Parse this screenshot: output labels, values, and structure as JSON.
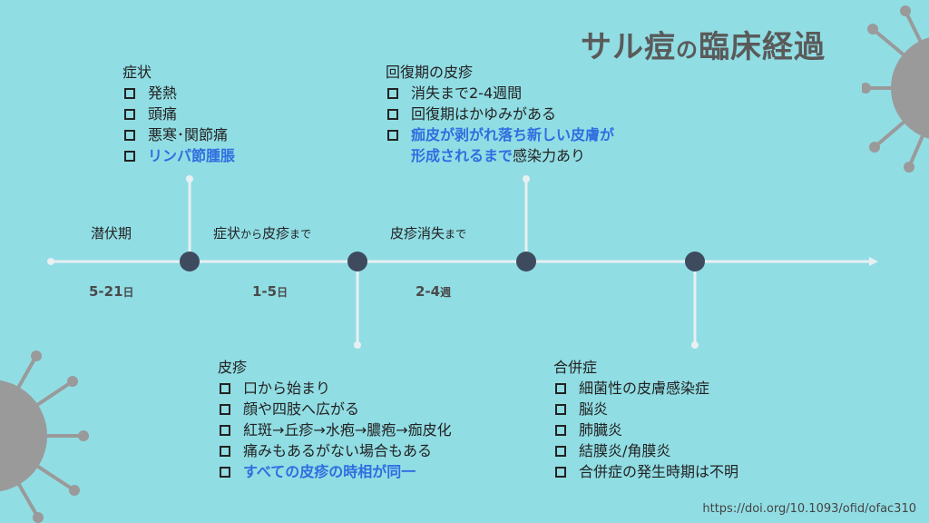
{
  "title": {
    "main": "サル痘",
    "particle": "の",
    "rest": "臨床経過"
  },
  "source": "https://doi.org/10.1093/ofid/ofac310",
  "phases": [
    {
      "main": "潜伏期",
      "small": ""
    },
    {
      "main": "症状",
      "small": "から",
      "main2": "皮疹",
      "small2": "まで"
    },
    {
      "main": "皮疹消失",
      "small": "まで"
    }
  ],
  "durations": [
    {
      "value": "5-21",
      "unit": "日"
    },
    {
      "value": "1-5",
      "unit": "日"
    },
    {
      "value": "2-4",
      "unit": "週"
    }
  ],
  "symptoms": {
    "heading": "症状",
    "items": [
      "発熱",
      "頭痛",
      "悪寒･関節痛",
      "リンパ節腫脹"
    ]
  },
  "recovery": {
    "heading": "回復期の皮疹",
    "items": [
      "消失まで2-4週間",
      "回復期はかゆみがある"
    ],
    "hl_line1": "痂皮が剥がれ落ち新しい皮膚が",
    "hl_line2": "形成されるまで",
    "rest_line2": "感染力あり"
  },
  "rash": {
    "heading": "皮疹",
    "items": [
      "口から始まり",
      "顔や四肢へ広がる",
      "紅斑→丘疹→水疱→膿疱→痂皮化",
      "痛みもあるがない場合もある",
      "すべての皮疹の時相が同一"
    ]
  },
  "complications": {
    "heading": "合併症",
    "items": [
      "細菌性の皮膚感染症",
      "脳炎",
      "肺臓炎",
      "結膜炎/角膜炎",
      "合併症の発生時期は不明"
    ]
  },
  "colors": {
    "background": "#91dde4",
    "line": "#e8f0f2",
    "node": "#3e4a5e",
    "highlight": "#2f6ee0",
    "virus": "#9a9a9a"
  },
  "icons": [
    "virus-icon"
  ]
}
